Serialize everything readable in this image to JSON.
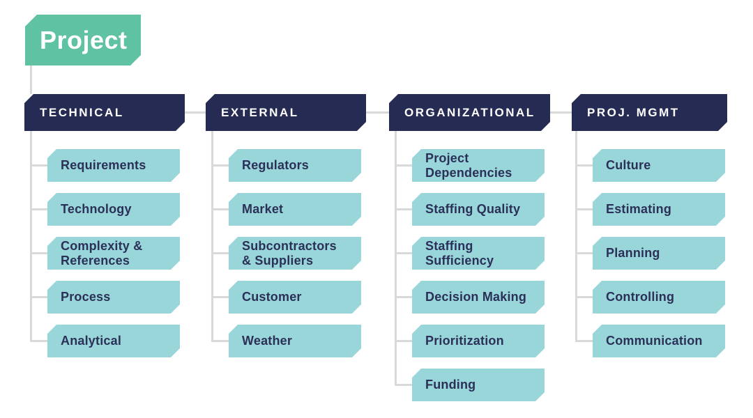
{
  "diagram_title": "Project",
  "colors": {
    "root_bg": "#5fc2a3",
    "header_bg": "#262b53",
    "header_text": "#ffffff",
    "item_bg": "#99d6d9",
    "item_text": "#2b3058",
    "connector": "#d9d9d9",
    "background": "#ffffff"
  },
  "root": {
    "label": "Project"
  },
  "columns": [
    {
      "header": "TECHNICAL",
      "items": [
        "Requirements",
        "Technology",
        "Complexity &\nReferences",
        "Process",
        "Analytical"
      ]
    },
    {
      "header": "EXTERNAL",
      "items": [
        "Regulators",
        "Market",
        "Subcontractors\n& Suppliers",
        "Customer",
        "Weather"
      ]
    },
    {
      "header": "ORGANIZATIONAL",
      "items": [
        "Project\nDependencies",
        "Staffing Quality",
        "Staffing Sufficiency",
        "Decision Making",
        "Prioritization",
        "Funding"
      ]
    },
    {
      "header": "PROJ. MGMT",
      "items": [
        "Culture",
        "Estimating",
        "Planning",
        "Controlling",
        "Communication"
      ]
    }
  ]
}
